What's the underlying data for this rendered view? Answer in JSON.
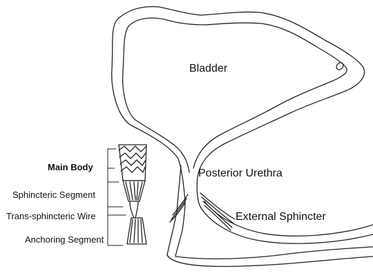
{
  "labels": {
    "bladder": "Bladder",
    "posterior_urethra": "Posterior Urethra",
    "external_sphincter": "External Sphincter",
    "main_body": "Main Body",
    "sphincteric_segment": "Sphincteric Segment",
    "trans_sphincteric_wire": "Trans-sphincteric Wire",
    "anchoring_segment": "Anchoring Segment"
  },
  "colors": {
    "line": "#222222",
    "background": "#ffffff"
  }
}
